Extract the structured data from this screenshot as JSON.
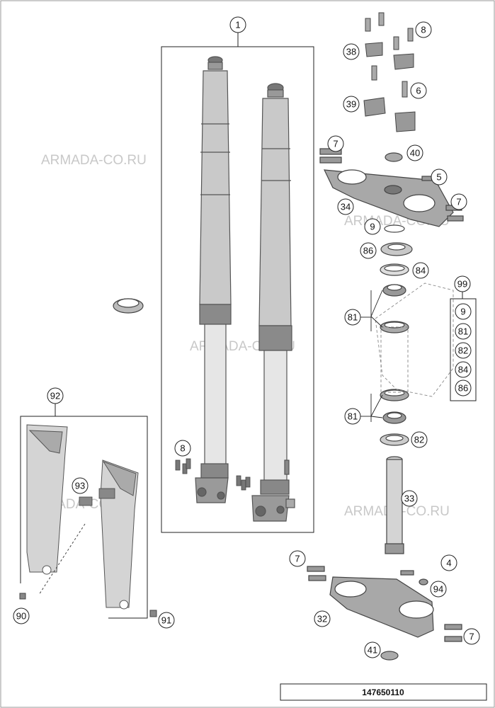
{
  "watermark": "ARMADA-CO.RU",
  "drawing_number": "147650110",
  "callouts": {
    "c1": "1",
    "c8_top": "8",
    "c38": "38",
    "c6": "6",
    "c39": "39",
    "c7_a": "7",
    "c40": "40",
    "c5": "5",
    "c34": "34",
    "c7_b": "7",
    "c9": "9",
    "c86": "86",
    "c84": "84",
    "c99": "99",
    "c81_a": "81",
    "c81_b": "81",
    "c82": "82",
    "c33": "33",
    "c7_c": "7",
    "c4": "4",
    "c94": "94",
    "c32": "32",
    "c7_d": "7",
    "c41": "41",
    "c92": "92",
    "c93": "93",
    "c90": "90",
    "c91": "91",
    "c8_fork": "8"
  },
  "kit_list": [
    "9",
    "81",
    "82",
    "84",
    "86"
  ]
}
